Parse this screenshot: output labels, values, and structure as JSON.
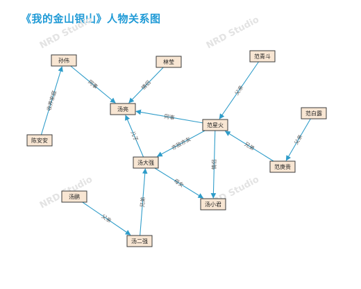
{
  "title": "《我的金山银山》人物关系图",
  "watermark": "NRD Studio",
  "colors": {
    "edge": "#2e9cc9",
    "node_fill": "#f8e6d3",
    "node_stroke": "#3a3a3a",
    "title": "#1f9ad6"
  },
  "nodes": [
    {
      "id": "sunwei",
      "label": "孙伟"
    },
    {
      "id": "linying",
      "label": "林莹"
    },
    {
      "id": "fanqingdou",
      "label": "范青斗"
    },
    {
      "id": "tangliang",
      "label": "汤亮"
    },
    {
      "id": "fanbailu",
      "label": "范白露"
    },
    {
      "id": "fanxinghuo",
      "label": "范星火"
    },
    {
      "id": "chenanan",
      "label": "陈安安"
    },
    {
      "id": "tangdaqiang",
      "label": "汤大强"
    },
    {
      "id": "fangengui",
      "label": "范庚贵"
    },
    {
      "id": "tangxiaojun",
      "label": "汤小君"
    },
    {
      "id": "tangman",
      "label": "汤鹂"
    },
    {
      "id": "tangerqiang",
      "label": "汤二强"
    }
  ],
  "edges": [
    {
      "from": "chenanan",
      "to": "sunwei",
      "label": "收养家庭"
    },
    {
      "from": "sunwei",
      "to": "tangliang",
      "label": "同事"
    },
    {
      "from": "linying",
      "to": "tangliang",
      "label": "情侣"
    },
    {
      "from": "fanqingdou",
      "to": "fanxinghuo",
      "label": "父亲"
    },
    {
      "from": "fanxinghuo",
      "to": "tangliang",
      "label": "同事"
    },
    {
      "from": "fanbailu",
      "to": "fangengui",
      "label": "父亲"
    },
    {
      "from": "fangengui",
      "to": "fanxinghuo",
      "label": "兄弟"
    },
    {
      "from": "fanxinghuo",
      "to": "tangdaqiang",
      "label": "亦敌亦友"
    },
    {
      "from": "tangdaqiang",
      "to": "tangliang",
      "label": "儿子"
    },
    {
      "from": "fanxinghuo",
      "to": "tangxiaojun",
      "label": "情侣"
    },
    {
      "from": "tangdaqiang",
      "to": "tangxiaojun",
      "label": "母女"
    },
    {
      "from": "tangman",
      "to": "tangerqiang",
      "label": "父亲"
    },
    {
      "from": "tangerqiang",
      "to": "tangdaqiang",
      "label": "兄弟"
    }
  ]
}
